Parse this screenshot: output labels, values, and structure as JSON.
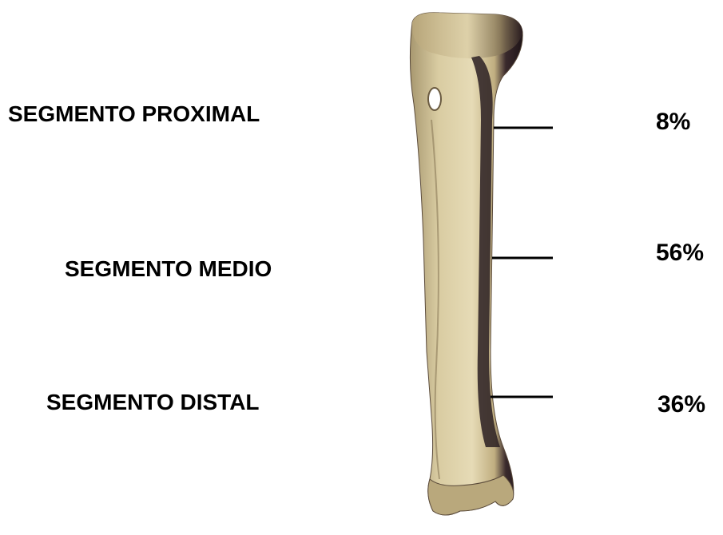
{
  "segments": [
    {
      "label": "SEGMENTO PROXIMAL",
      "percent": "8%"
    },
    {
      "label": "SEGMENTO MEDIO",
      "percent": "56%"
    },
    {
      "label": "SEGMENTO DISTAL",
      "percent": "36%"
    }
  ],
  "colors": {
    "bone_light": "#e3d7b0",
    "bone_mid": "#c2b284",
    "bone_shadow": "#2a1e22",
    "leader_line": "#000000"
  }
}
